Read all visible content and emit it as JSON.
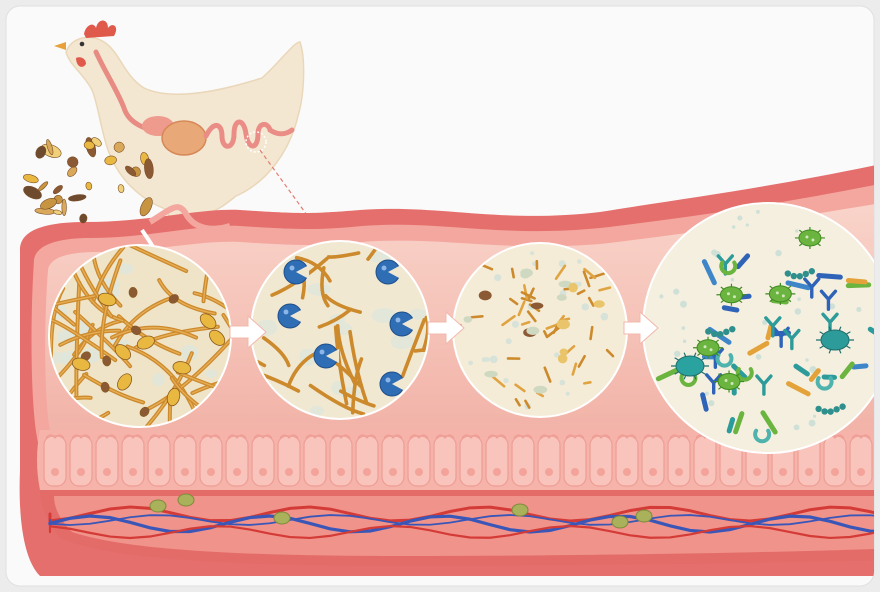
{
  "figure": {
    "stages": [
      {
        "name": "intact-feed",
        "fibers": 34,
        "grains": 16,
        "droplets": 14
      },
      {
        "name": "enzyme-degradation",
        "fibers": 22,
        "enzymes": 6,
        "droplets": 12
      },
      {
        "name": "broken-fragments",
        "fragments": 42,
        "bits": 16,
        "dots": 22
      },
      {
        "name": "microbial-fermentation",
        "rods": 28,
        "ys": 10,
        "cocci": 5,
        "commas": 6,
        "chains": 3,
        "spiky": 2
      }
    ],
    "colors": {
      "page_bg": "#ececec",
      "card_bg": "#fafafa",
      "gut_wall": "#e56f6c",
      "gut_lining": "#f4a79f",
      "villi": "#f6b3aa",
      "lumen": "#f7c8bd",
      "chicken": "#f4e7d2",
      "fiber": "#cc8a2c",
      "grain_yellow": "#e9b840",
      "grain_brown": "#8b5a34",
      "enzyme": "#2f6db4",
      "bacteria_blue": "#2f63b8",
      "bacteria_teal": "#2c9b99",
      "bacteria_green": "#6bb440",
      "artery": "#d43b36",
      "vein": "#3a57b8"
    },
    "icons": [
      "chicken-illustration",
      "feed-grain-icons",
      "enzyme-icon",
      "bacteria-icon",
      "arrow-icon"
    ]
  }
}
